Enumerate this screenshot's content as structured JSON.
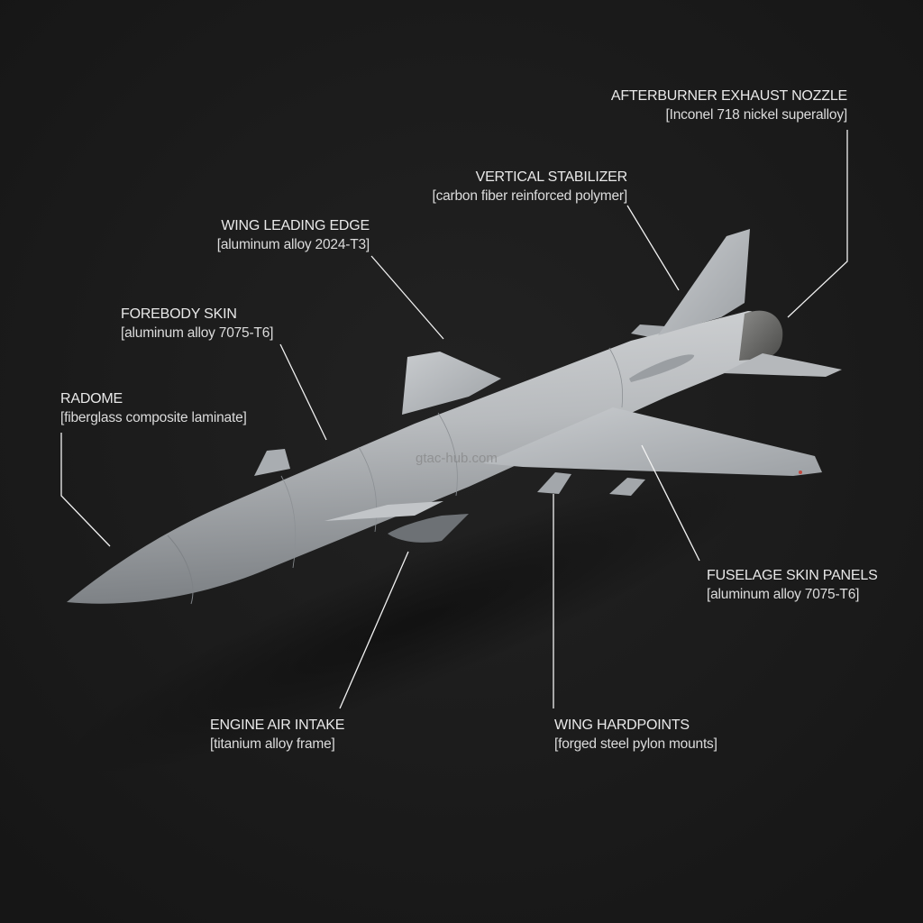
{
  "diagram": {
    "subject": "cruise missile exploded material callout",
    "background_color": "#1b1b1b",
    "body_color": "#b9bcbf",
    "leader_line_color": "#f0f0f0",
    "watermark": "gtac-hub.com"
  },
  "callouts": [
    {
      "id": "afterburner",
      "title": "AFTERBURNER EXHAUST NOZZLE",
      "material": "[Inconel 718 nickel superalloy]"
    },
    {
      "id": "vertical-stabilizer",
      "title": "VERTICAL STABILIZER",
      "material": "[carbon fiber reinforced polymer]"
    },
    {
      "id": "wing-leading-edge",
      "title": "WING LEADING EDGE",
      "material": "[aluminum alloy 2024-T3]"
    },
    {
      "id": "forebody-skin",
      "title": "FOREBODY SKIN",
      "material": "[aluminum alloy 7075-T6]"
    },
    {
      "id": "radome",
      "title": "RADOME",
      "material": "[fiberglass composite laminate]"
    },
    {
      "id": "fuselage-skin-panels",
      "title": "FUSELAGE SKIN PANELS",
      "material": "[aluminum alloy 7075-T6]"
    },
    {
      "id": "engine-air-intake",
      "title": "ENGINE AIR INTAKE",
      "material": "[titanium alloy frame]"
    },
    {
      "id": "wing-hardpoints",
      "title": "WING HARDPOINTS",
      "material": "[forged steel pylon mounts]"
    }
  ]
}
